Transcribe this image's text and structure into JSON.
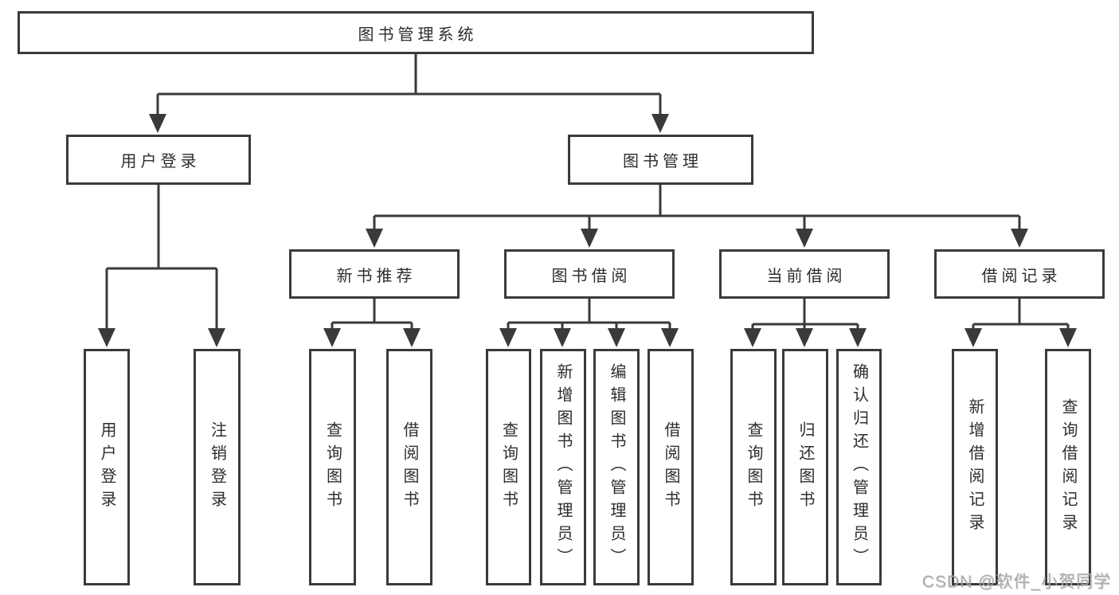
{
  "watermark": "CSDN @软件_小贺同学",
  "colors": {
    "line": "#3a3a3a",
    "text": "#2d2d2d",
    "box_background": "#ffffff",
    "watermark": "#ababab"
  },
  "tree": {
    "label": "图书管理系统",
    "children": [
      {
        "label": "用户登录",
        "children": [
          {
            "label": "用户登录"
          },
          {
            "label": "注销登录"
          }
        ]
      },
      {
        "label": "图书管理",
        "children": [
          {
            "label": "新书推荐",
            "children": [
              {
                "label": "查询图书"
              },
              {
                "label": "借阅图书"
              }
            ]
          },
          {
            "label": "图书借阅",
            "children": [
              {
                "label": "查询图书"
              },
              {
                "label": "新增图书（管理员）"
              },
              {
                "label": "编辑图书（管理员）"
              },
              {
                "label": "借阅图书"
              }
            ]
          },
          {
            "label": "当前借阅",
            "children": [
              {
                "label": "查询图书"
              },
              {
                "label": "归还图书"
              },
              {
                "label": "确认归还（管理员）"
              }
            ]
          },
          {
            "label": "借阅记录",
            "children": [
              {
                "label": "新增借阅记录"
              },
              {
                "label": "查询借阅记录"
              }
            ]
          }
        ]
      }
    ]
  }
}
